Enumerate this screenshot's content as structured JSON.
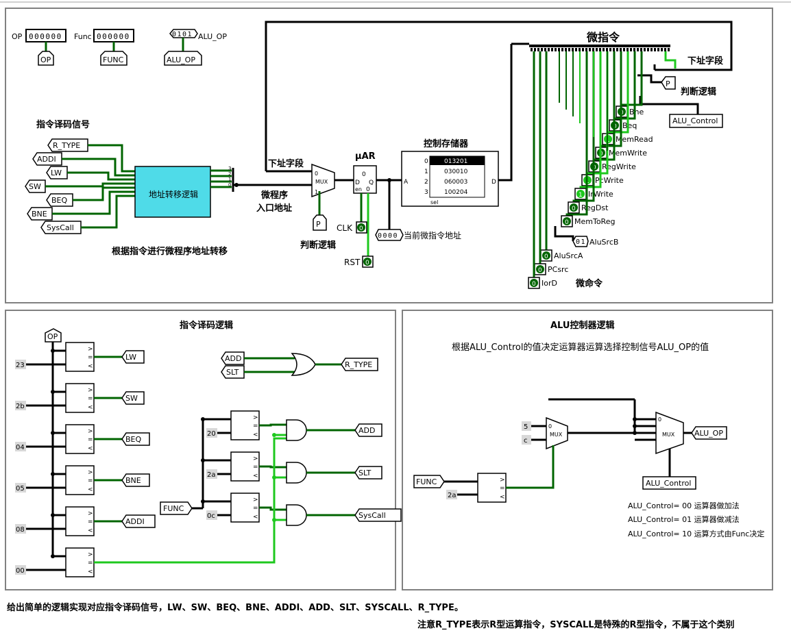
{
  "top_panel": {
    "op_label": "OP",
    "op_bits": "000000",
    "func_label": "Func",
    "func_bits": "000000",
    "aluop_bits": "0101",
    "aluop_label": "ALU_OP",
    "op_tunnel": "OP",
    "func_tunnel": "FUNC",
    "aluop_tunnel": "ALU_OP",
    "decode_title": "指令译码信号",
    "decode_inputs": [
      "R_TYPE",
      "ADDI",
      "LW",
      "SW",
      "BEQ",
      "BNE",
      "SysCall"
    ],
    "addr_logic": "地址转移逻辑",
    "addr_logic_note": "根据指令进行微程序地址转移",
    "entry_label_1": "微程序",
    "entry_label_2": "入口地址",
    "next_field_left": "下址字段",
    "mux_label": "MUX",
    "mux_sel0": "0",
    "mux_sel1": "1",
    "judge_left": "判断逻辑",
    "p_label": "P",
    "uar_title": "μAR",
    "uar_d": "D",
    "uar_q": "Q",
    "uar_en": "en",
    "uar_zero": "0",
    "clk_label": "CLK",
    "rst_label": "RST",
    "clk_val": "0",
    "rst_val": "0",
    "addr_probe": "0000",
    "addr_probe_label": "当前微指令地址",
    "cs_title": "控制存储器",
    "cs_rows": [
      {
        "addr": "0",
        "val": "013201"
      },
      {
        "addr": "1",
        "val": "030010"
      },
      {
        "addr": "2",
        "val": "060003"
      },
      {
        "addr": "3",
        "val": "100204"
      }
    ],
    "cs_a": "A",
    "cs_d": "D",
    "cs_sel": "sel",
    "micro_title": "微指令",
    "next_field_right": "下址字段",
    "judge_right": "判断逻辑",
    "alu_control_tunnel": "ALU_Control",
    "signals": [
      {
        "name": "Bne",
        "val": "0",
        "on": false
      },
      {
        "name": "Beq",
        "val": "0",
        "on": false
      },
      {
        "name": "MemRead",
        "val": "1",
        "on": true
      },
      {
        "name": "MemWrite",
        "val": "0",
        "on": false
      },
      {
        "name": "RegWrite",
        "val": "0",
        "on": false
      },
      {
        "name": "PcWrite",
        "val": "1",
        "on": true
      },
      {
        "name": "IrWrite",
        "val": "1",
        "on": true
      },
      {
        "name": "RegDst",
        "val": "0",
        "on": false
      },
      {
        "name": "MemToReg",
        "val": "0",
        "on": false
      }
    ],
    "alusrcb_val": "01",
    "alusrcb_name": "AluSrcB",
    "signals2": [
      {
        "name": "AluSrcA",
        "val": "0",
        "on": false
      },
      {
        "name": "PCsrc",
        "val": "0",
        "on": false
      },
      {
        "name": "IorD",
        "val": "0",
        "on": false
      }
    ],
    "micro_cmd_label": "微命令"
  },
  "decode_panel": {
    "title": "指令译码逻辑",
    "op_tunnel": "OP",
    "constants": [
      "23",
      "2b",
      "04",
      "05",
      "08",
      "00"
    ],
    "outputs": [
      "LW",
      "SW",
      "BEQ",
      "BNE",
      "ADDI"
    ],
    "or_inputs": [
      "ADD",
      "SLT"
    ],
    "or_output": "R_TYPE",
    "func_tunnel": "FUNC",
    "func_constants": [
      "20",
      "2a",
      "0c"
    ],
    "and_outputs": [
      "ADD",
      "SLT",
      "SysCall"
    ]
  },
  "alu_panel": {
    "title": "ALU控制器逻辑",
    "desc": "根据ALU_Control的值决定运算器运算选择控制信号ALU_OP的值",
    "const_5": "5",
    "const_c": "c",
    "mux_label": "MUX",
    "mux_sel0": "0",
    "mux2_sel0": "0",
    "func_tunnel": "FUNC",
    "const_2a": "2a",
    "aluop_tunnel": "ALU_OP",
    "alu_control_tunnel": "ALU_Control",
    "notes": [
      "ALU_Control= 00 运算器做加法",
      "ALU_Control= 01 运算器做减法",
      "ALU_Control= 10 运算方式由Func决定"
    ]
  },
  "footer": {
    "line1": "给出简单的逻辑实现对应指令译码信号，LW、SW、BEQ、BNE、ADDI、ADD、SLT、SYSCALL、R_TYPE。",
    "line2": "注意R_TYPE表示R型运算指令，SYSCALL是特殊的R型指令，不属于这个类别"
  },
  "colors": {
    "wire_dark_green": "#006400",
    "wire_bright_green": "#1ec81e",
    "wire_black": "#000000",
    "addr_logic_fill": "#4fdbe8",
    "panel_border": "#808080",
    "const_bg": "#d8d8d8"
  }
}
